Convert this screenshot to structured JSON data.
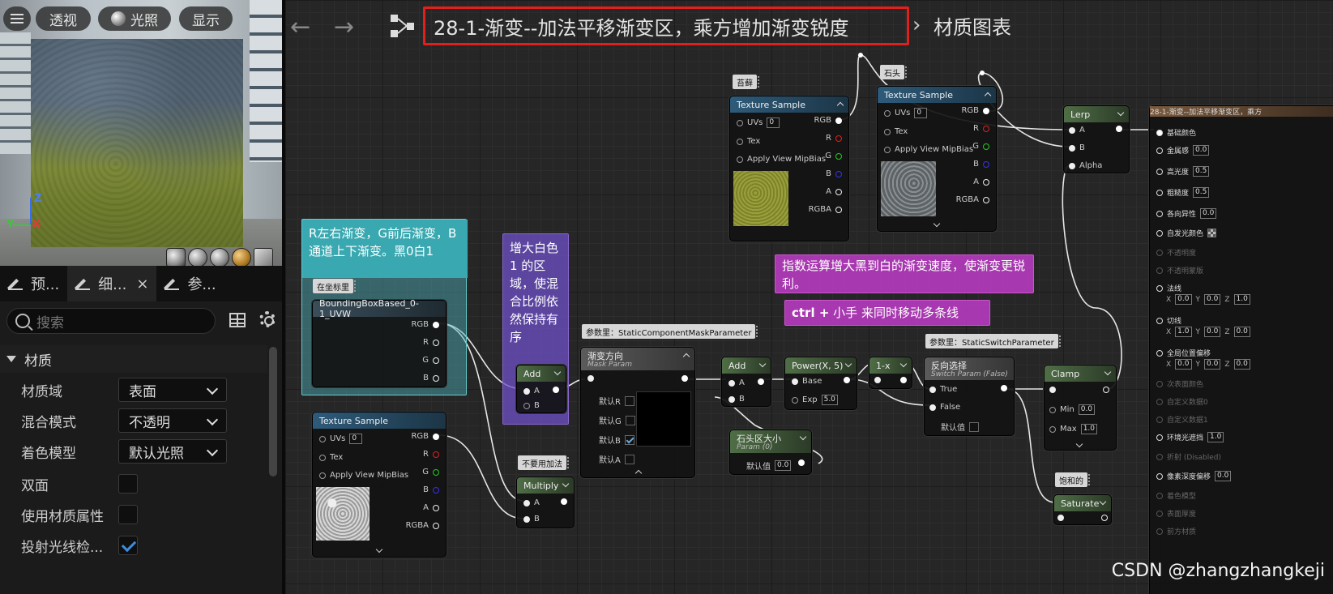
{
  "viewport": {
    "perspective": "透视",
    "lighting": "光照",
    "show": "显示",
    "axis": {
      "z": "Z",
      "y": "Y",
      "x": "X"
    }
  },
  "details": {
    "tabs": [
      {
        "label": "预..."
      },
      {
        "label": "细...",
        "close": "×"
      },
      {
        "label": "参..."
      }
    ],
    "search_placeholder": "搜索",
    "section": "材质",
    "props": [
      {
        "label": "材质域",
        "value": "表面"
      },
      {
        "label": "混合模式",
        "value": "不透明"
      },
      {
        "label": "着色模型",
        "value": "默认光照"
      },
      {
        "label": "双面",
        "checked": false
      },
      {
        "label": "使用材质属性",
        "checked": false
      },
      {
        "label": "投射光线检...",
        "checked": true
      }
    ]
  },
  "graph": {
    "title": "28-1-渐变--加法平移渐变区，乘方增加渐变锐度",
    "crumb": "材质图表",
    "comments": {
      "teal": "R左右渐变，G前后渐变，B通道上下渐变。黑0白1",
      "purple_left": "增大白色1 的区域，使混合比例依然保持有序",
      "magenta": "指数运算增大黑到白的渐变速度，使渐变更锐利。",
      "magenta2_bold": "ctrl +",
      "magenta2_rest": " 小手 来同时移动多条线"
    },
    "tags": {
      "coords": "在坐标里",
      "moss": "苔藓",
      "stone": "石头",
      "param_mask": "参数里：StaticComponentMaskParameter",
      "no_add": "不要用加法",
      "param_switch": "参数里：StaticSwitchParameter",
      "saturated": "饱和的"
    },
    "nodes": {
      "bbox": {
        "title": "BoundingBoxBased_0-1_UVW",
        "pins": [
          "RGB",
          "R",
          "G",
          "B"
        ]
      },
      "tex_moss": {
        "title": "Texture Sample",
        "uvs": "UVs",
        "uvs_val": "0",
        "tex": "Tex",
        "mip": "Apply View MipBias",
        "out": [
          "RGB",
          "R",
          "G",
          "B",
          "A",
          "RGBA"
        ]
      },
      "tex_stone": {
        "title": "Texture Sample",
        "uvs": "UVs",
        "uvs_val": "0",
        "tex": "Tex",
        "mip": "Apply View MipBias",
        "out": [
          "RGB",
          "R",
          "G",
          "B",
          "A",
          "RGBA"
        ]
      },
      "tex_bottom": {
        "title": "Texture Sample",
        "uvs": "UVs",
        "uvs_val": "0",
        "tex": "Tex",
        "mip": "Apply View MipBias",
        "out": [
          "RGB",
          "R",
          "G",
          "B",
          "A",
          "RGBA"
        ]
      },
      "add1": {
        "title": "Add",
        "a": "A",
        "b": "B"
      },
      "multiply": {
        "title": "Multiply",
        "a": "A",
        "b": "B"
      },
      "mask": {
        "title": "渐变方向",
        "sub": "Mask Param",
        "r": "默认R",
        "g": "默认G",
        "b": "默认B",
        "a": "默认A"
      },
      "add2": {
        "title": "Add",
        "a": "A",
        "b": "B"
      },
      "power": {
        "title": "Power(X, 5)",
        "base": "Base",
        "exp": "Exp",
        "exp_val": "5.0"
      },
      "oneminus": {
        "title": "1-x"
      },
      "switch": {
        "title": "反向选择",
        "sub": "Switch Param (False)",
        "t": "True",
        "f": "False",
        "def": "默认值"
      },
      "stoneparam": {
        "title": "石头区大小",
        "sub": "Param (0)",
        "def": "默认值",
        "val": "0.0"
      },
      "clamp": {
        "title": "Clamp",
        "min": "Min",
        "min_val": "0.0",
        "max": "Max",
        "max_val": "1.0"
      },
      "lerp": {
        "title": "Lerp",
        "a": "A",
        "b": "B",
        "alpha": "Alpha"
      },
      "saturate": {
        "title": "Saturate"
      }
    },
    "result": {
      "title": "28-1-渐变--加法平移渐变区，乘方",
      "pins": [
        {
          "label": "基础颜色"
        },
        {
          "label": "金属感",
          "val": "0.0"
        },
        {
          "label": "高光度",
          "val": "0.5"
        },
        {
          "label": "粗糙度",
          "val": "0.5"
        },
        {
          "label": "各向异性",
          "val": "0.0"
        },
        {
          "label": "自发光颜色"
        },
        {
          "label": "不透明度",
          "dim": true
        },
        {
          "label": "不透明蒙版",
          "dim": true
        },
        {
          "label": "法线"
        },
        {
          "label": "切线"
        },
        {
          "label": "全局位置偏移"
        },
        {
          "label": "次表面颜色",
          "dim": true
        },
        {
          "label": "自定义数据0",
          "dim": true
        },
        {
          "label": "自定义数据1",
          "dim": true
        },
        {
          "label": "环境光遮挡",
          "val": "1.0"
        },
        {
          "label": "折射 (Disabled)",
          "dim": true
        },
        {
          "label": "像素深度偏移",
          "val": "0.0"
        },
        {
          "label": "着色模型",
          "dim": true
        },
        {
          "label": "表面厚度",
          "dim": true
        },
        {
          "label": "前方材质",
          "dim": true
        }
      ],
      "normal_xyz": [
        "0.0",
        "0.0",
        "1.0"
      ],
      "tangent_xyz": [
        "1.0",
        "0.0",
        "0.0"
      ],
      "wpo_xyz": [
        "0.0",
        "0.0",
        "0.0"
      ],
      "xyz_labels": [
        "X",
        "Y",
        "Z"
      ]
    },
    "watermark": "CSDN @zhangzhangkeji"
  }
}
